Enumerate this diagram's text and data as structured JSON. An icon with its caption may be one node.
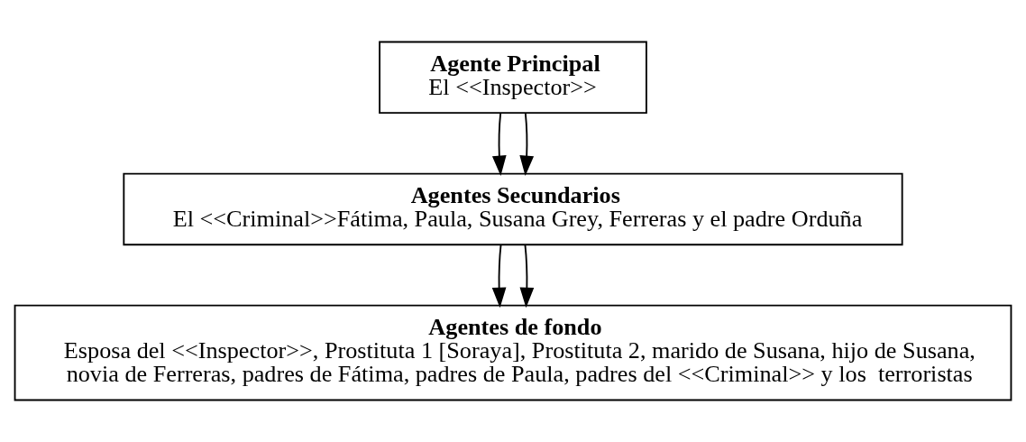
{
  "diagram": {
    "nodes": [
      {
        "text": [
          "Agente Principal",
          "El <<Inspector>>"
        ]
      },
      {
        "text": [
          "Agentes Secundarios",
          "El <<Criminal>>Fátima, Paula, Susana Grey, Ferreras y el padre Orduña"
        ]
      },
      {
        "text": [
          "Agentes de fondo",
          "Esposa del <<Inspector>>, Prostituta 1 [Soraya], Prostituta 2, marido de Susana, hijo de Susana, novia de Ferreras, padres de Fátima, padres de Paula, padres del <<Criminal>> y los  terroristas"
        ]
      }
    ],
    "edges": [
      {
        "from": 0,
        "to": 1,
        "arrow": "to"
      },
      {
        "from": 0,
        "to": 1,
        "arrow": "to"
      },
      {
        "from": 1,
        "to": 2,
        "arrow": "to"
      },
      {
        "from": 1,
        "to": 2,
        "arrow": "to"
      }
    ]
  }
}
